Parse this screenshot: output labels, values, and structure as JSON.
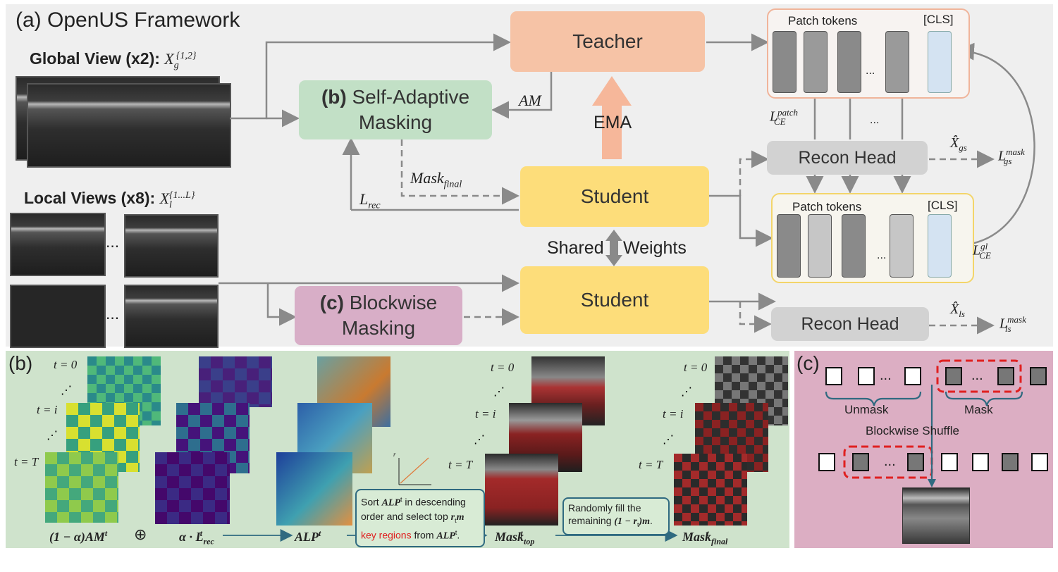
{
  "panel_a": {
    "title": "(a) OpenUS Framework",
    "global_view": {
      "label": "Global View (x2):",
      "symbol": "X",
      "sub": "g",
      "sup": "{1,2}"
    },
    "local_views": {
      "label": "Local Views (x8):",
      "symbol": "X",
      "sub": "l",
      "sup": "{1...L}"
    },
    "ellipsis": "...",
    "teacher": "Teacher",
    "student_top": "Student",
    "student_bottom": "Student",
    "sam": {
      "prefix": "(b)",
      "line1": "Self-Adaptive",
      "line2": "Masking"
    },
    "bwm": {
      "prefix": "(c)",
      "line1": "Blockwise",
      "line2": "Masking"
    },
    "ema": "EMA",
    "shared_weights_1": "Shared",
    "shared_weights_2": "Weights",
    "am": "AM",
    "mask_final": {
      "base": "Mask",
      "sub": "final"
    },
    "l_rec": {
      "base": "L",
      "sub": "rec"
    },
    "recon_head_top": "Recon Head",
    "recon_head_bottom": "Recon Head",
    "patch_tokens_top": "Patch tokens",
    "cls_top": "[CLS]",
    "patch_tokens_bottom": "Patch tokens",
    "cls_bottom": "[CLS]",
    "l_ce_patch": {
      "base": "L",
      "sub": "CE",
      "sup": "patch"
    },
    "l_ce_gl": {
      "base": "L",
      "sub": "CE",
      "sup": "gl"
    },
    "x_gs": {
      "base": "X̂",
      "sub": "gs"
    },
    "x_ls": {
      "base": "X̂",
      "sub": "ls"
    },
    "l_gs_mask": {
      "base": "L",
      "sub": "gs",
      "sup": "mask"
    },
    "l_ls_mask": {
      "base": "L",
      "sub": "ls",
      "sup": "mask"
    },
    "dots": "..."
  },
  "panel_b": {
    "label": "(b)",
    "t0": "t = 0",
    "ti": "t = i",
    "tT": "t = T",
    "vdots": "⋰",
    "am_label": {
      "pre": "(1 − α)AM",
      "sup": "t"
    },
    "oplus": "⊕",
    "lrec_label": {
      "pre": "α · L",
      "sub": "rec",
      "sup": "t"
    },
    "alp_label": {
      "pre": "ALP",
      "sup": "t"
    },
    "mask_top_label": {
      "pre": "Mask",
      "sub": "top",
      "sup": "t"
    },
    "mask_final_label": {
      "pre": "Mask",
      "sub": "final",
      "sup": "t"
    },
    "graph_axis": "r",
    "note1": {
      "line1a": "Sort ",
      "line1b": "ALP",
      "line1c": "t",
      "line1d": " in descending",
      "line2": "order and select top ",
      "line2b": "r",
      "line2c": "t",
      "line2d": "m",
      "line3a": "key regions",
      "line3b": " from ",
      "line3c": "ALP",
      "line3d": "t",
      "line3e": "."
    },
    "note2": {
      "line1": "Randomly fill the",
      "line2a": "remaining ",
      "line2b": "(1 − r",
      "line2c": "t",
      "line2d": ")m",
      "line2e": "."
    }
  },
  "panel_c": {
    "label": "(c)",
    "unmask": "Unmask",
    "mask": "Mask",
    "blockwise_shuffle": "Blockwise Shuffle",
    "dots": "..."
  },
  "colors": {
    "teacher": "#f6c3a6",
    "student": "#fddd7a",
    "self_adaptive": "#c2e0c6",
    "blockwise": "#d8aec7",
    "recon": "#d2d2d2",
    "panel_b_bg": "#cfe3cc",
    "panel_c_bg": "#dcaec3",
    "arrow": "#8a8a8a",
    "blue_arrow": "#2f6a80",
    "highlight_red": "#e02020"
  }
}
